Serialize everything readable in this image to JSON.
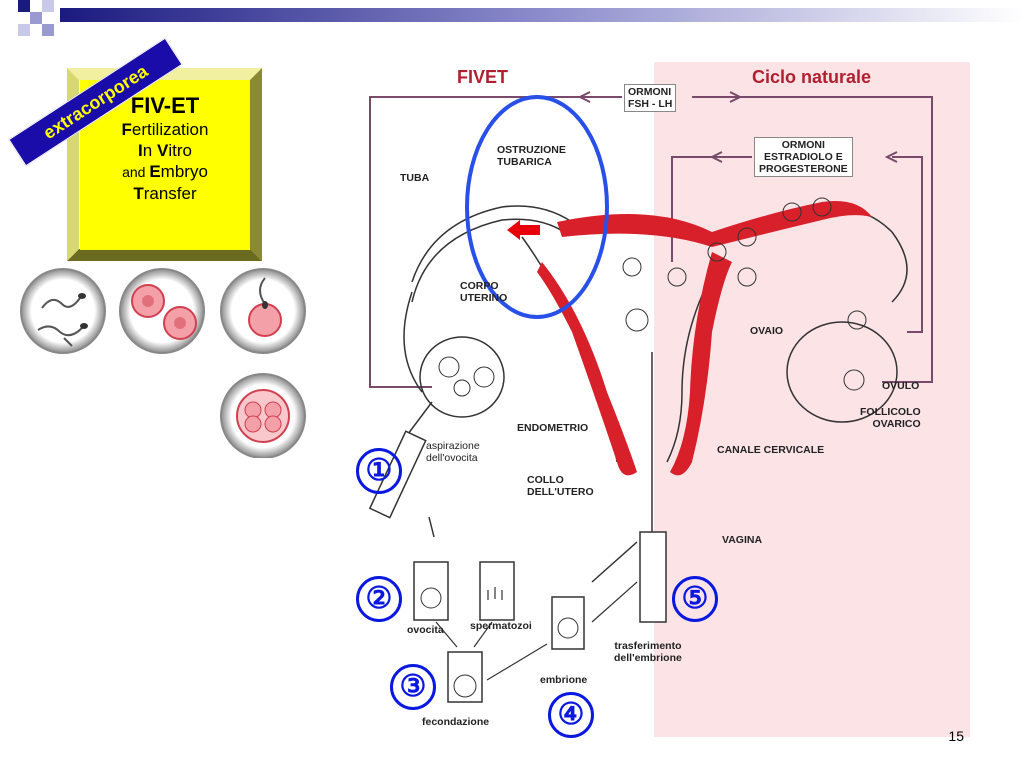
{
  "badge": {
    "ribbon": "extracorporea",
    "title": "FIV-ET",
    "line1_initial": "F",
    "line1_rest": "ertilization",
    "line2_initial1": "I",
    "line2_mid": "n ",
    "line2_initial2": "V",
    "line2_rest": "itro",
    "line3_and": "and ",
    "line3_initial": "E",
    "line3_rest": "mbryo",
    "line4_initial": "T",
    "line4_rest": "ransfer"
  },
  "diagram": {
    "header_left": "FIVET",
    "header_right": "Ciclo naturale",
    "hormones_top": "ORMONI\nFSH - LH",
    "hormones_right": "ORMONI\nESTRADIOLO E\nPROGESTERONE",
    "ostruzione": "OSTRUZIONE\nTUBARICA",
    "tuba": "TUBA",
    "corpo": "CORPO\nUTERINO",
    "ovaio": "OVAIO",
    "ovulo": "OVULO",
    "follicolo": "FOLLICOLO\nOVARICO",
    "endometrio": "ENDOMETRIO",
    "aspirazione": "aspirazione\ndell'ovocita",
    "collo": "COLLO\nDELL'UTERO",
    "canale": "CANALE CERVICALE",
    "vagina": "VAGINA",
    "ovocita": "ovocita",
    "spermatozoi": "spermatozoi",
    "fecondazione": "fecondazione",
    "embrione": "embrione",
    "trasferimento": "trasferimento\ndell'embrione"
  },
  "steps": [
    "①",
    "②",
    "③",
    "④",
    "⑤"
  ],
  "page_number": "15",
  "colors": {
    "navy": "#1a0ca8",
    "yellow": "#ffff00",
    "uterus": "#d8202a",
    "step_blue": "#0a18e0",
    "natural_bg": "#fbe3e6",
    "arrows": "#7a4a6a"
  }
}
